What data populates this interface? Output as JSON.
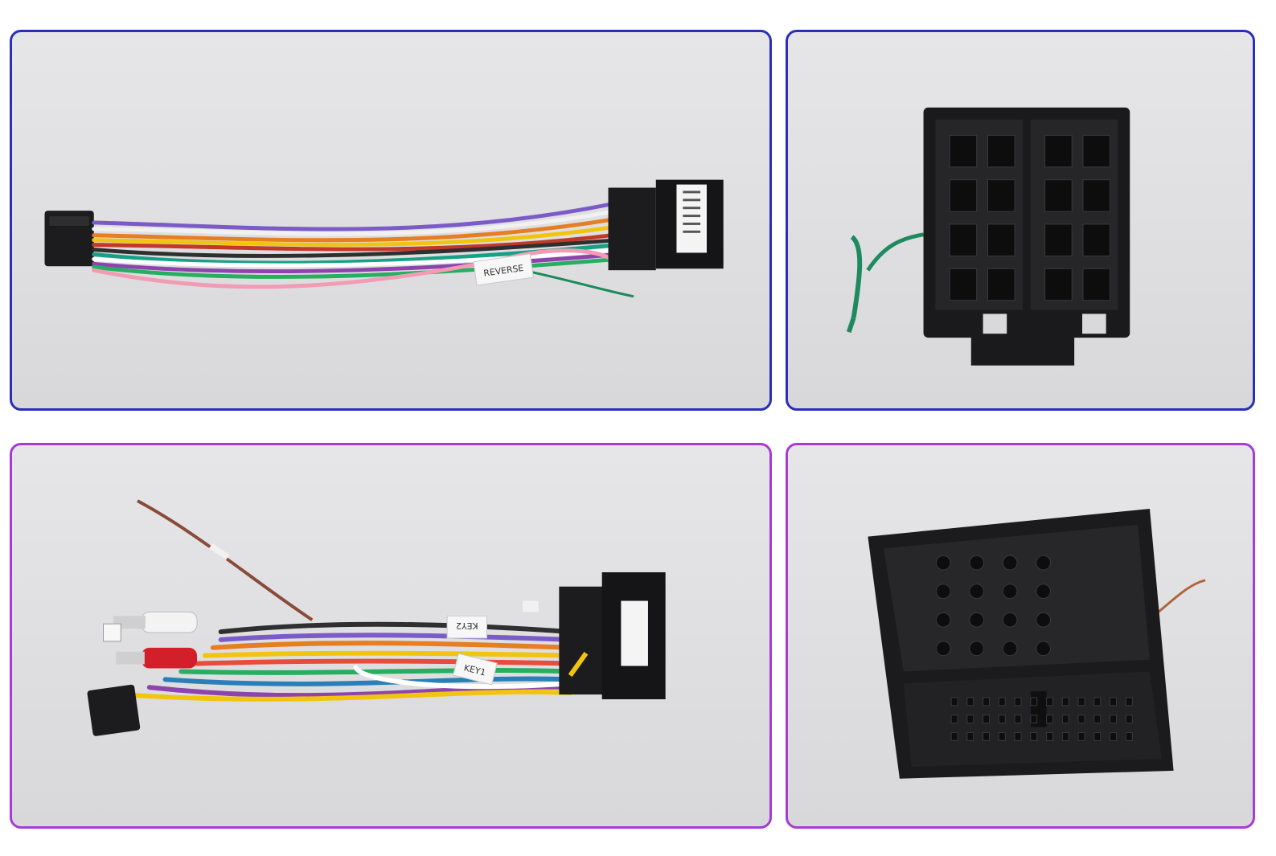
{
  "panels": [
    {
      "id": "harness-iso-side",
      "border_color": "#2b2fb8",
      "labels": {
        "reverse": "REVERSE"
      }
    },
    {
      "id": "iso-connector-closeup",
      "border_color": "#2b2fb8"
    },
    {
      "id": "harness-power-side",
      "border_color": "#a73bd4",
      "labels": {
        "key2": "KEY2",
        "key1": "KEY1"
      }
    },
    {
      "id": "quadlock-connector-closeup",
      "border_color": "#a73bd4"
    }
  ]
}
